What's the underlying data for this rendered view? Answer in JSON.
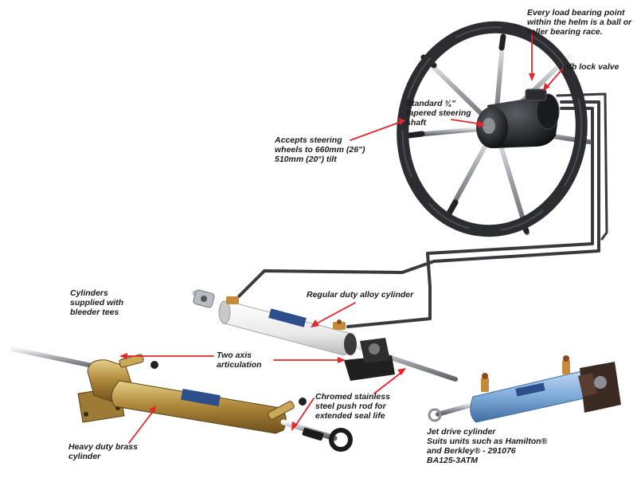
{
  "colors": {
    "arrow": "#e3262b",
    "wheel_rim": "#2b2d31",
    "chrome": "#b9bcc2",
    "hose": "#3a3a3e",
    "brass": "#b08a3c",
    "alloy": "#f2f2f2",
    "jet_blue": "#7eaad9",
    "bracket": "#2a2a2a"
  },
  "labels": {
    "load_bearing": "Every load bearing point\nwithin the helm is a ball or\nroller bearing race.",
    "nfb_valve": "nfb lock valve",
    "tapered_shaft": "Standard ¾\"\ntapered steering\nshaft",
    "wheel_size": "Accepts steering\nwheels to 660mm (26\")\n510mm (20°) tilt",
    "bleeder_tees": "Cylinders\nsupplied with\nbleeder tees",
    "regular_cylinder": "Regular duty alloy cylinder",
    "two_axis": "Two axis\narticulation",
    "push_rod": "Chromed stainless\nsteel push rod for\nextended seal life",
    "brass_cylinder": "Heavy duty brass\ncylinder",
    "jet_drive": "Jet drive cylinder\nSuits units such as Hamilton®\nand Berkley® - 291076\nBA125-3ATM"
  }
}
